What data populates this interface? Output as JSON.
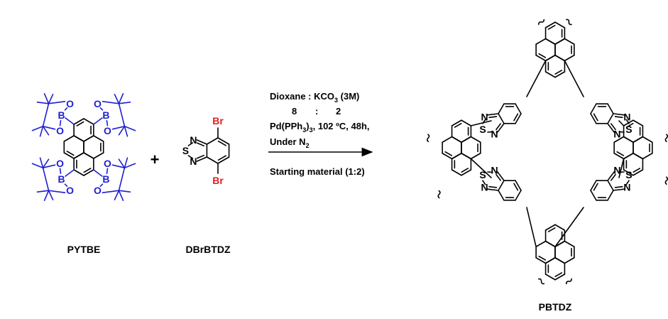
{
  "reactant_1": {
    "label": "PYTBE",
    "boron_atom": "B",
    "oxygen_atom": "O"
  },
  "reactant_2": {
    "label": "DBrBTDZ",
    "bromine_atom": "Br",
    "sulfur_atom": "S",
    "nitrogen_atom": "N"
  },
  "plus_sign": "+",
  "conditions": {
    "solvent_prefix": "Dioxane : KCO",
    "solvent_sub": "3",
    "solvent_suffix": " (3M)",
    "ratio_a": "8",
    "ratio_sep": ":",
    "ratio_b": "2",
    "catalyst_prefix": "Pd(PPh",
    "catalyst_sub": "3",
    "catalyst_suffix": ")",
    "catalyst_sub2": "3",
    "catalyst_temp": ", 102 ºC, 48h,",
    "atmosphere_prefix": "Under N",
    "atmosphere_sub": "2",
    "starting_material": "Starting material (1:2)"
  },
  "product": {
    "label": "PBTDZ",
    "sulfur_atom": "S",
    "nitrogen_atom": "N"
  },
  "colors": {
    "boronate": "#1f1fd1",
    "bromine": "#e02020",
    "bond": "#000000"
  }
}
